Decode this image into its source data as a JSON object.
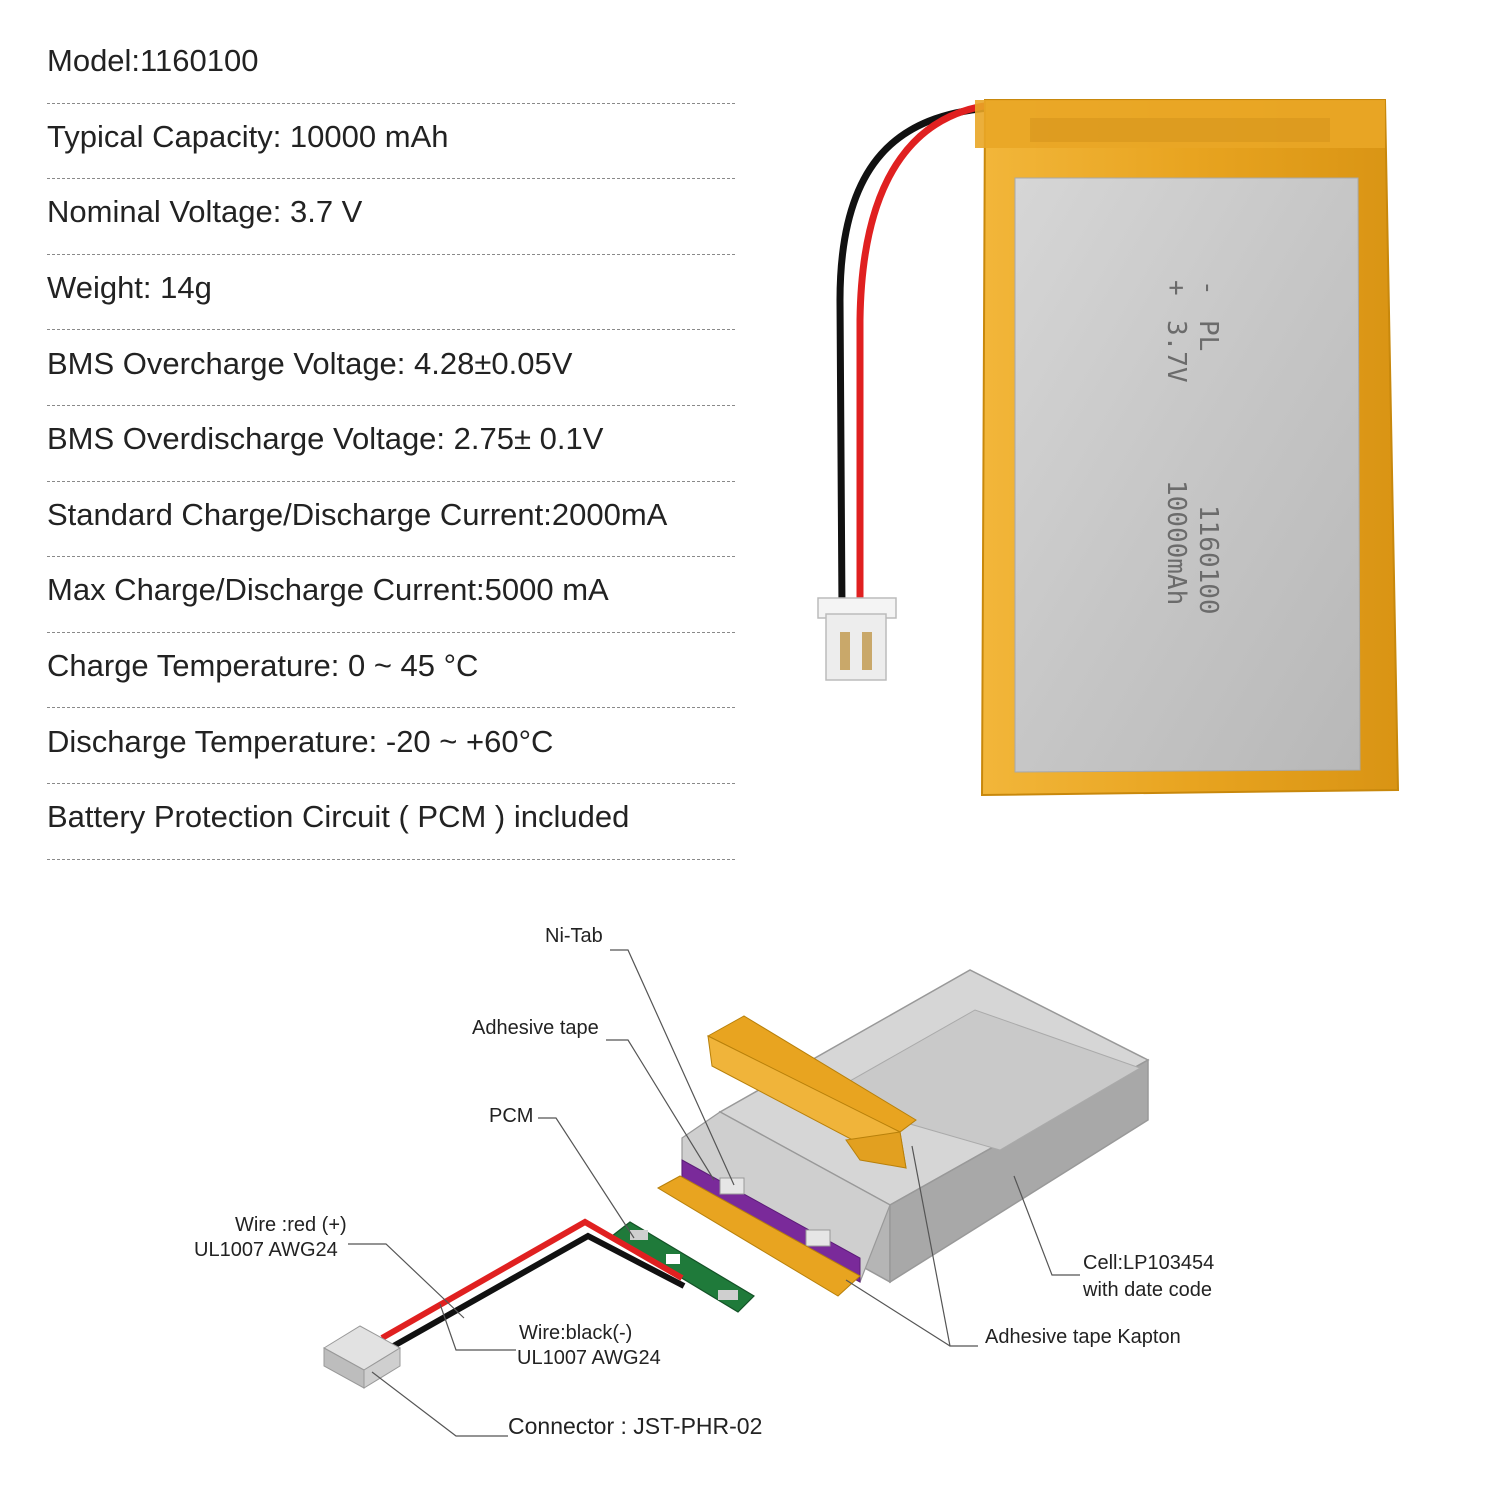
{
  "specs": [
    "Model:1160100",
    "Typical Capacity: 10000 mAh",
    "Nominal Voltage: 3.7 V",
    "Weight: 14g",
    "BMS Overcharge Voltage: 4.28±0.05V",
    "BMS Overdischarge Voltage: 2.75± 0.1V",
    "Standard Charge/Discharge Current:2000mA",
    "Max Charge/Discharge Current:5000 mA",
    "Charge Temperature: 0 ~ 45 °C",
    "Discharge Temperature: -20 ~ +60°C",
    "Battery Protection Circuit ( PCM ) included"
  ],
  "battery_print": {
    "brand": "PL",
    "model": "1160100",
    "voltage": "3.7V",
    "capacity": "10000mAh",
    "polarity_minus": "-",
    "polarity_plus": "+"
  },
  "diagram": {
    "ni_tab": "Ni-Tab",
    "adhesive_tape": "Adhesive tape",
    "pcm": "PCM",
    "wire_red_1": "Wire :red (+)",
    "wire_red_2": "UL1007 AWG24",
    "wire_black_1": "Wire:black(-)",
    "wire_black_2": "UL1007 AWG24",
    "connector": "Connector : JST-PHR-02",
    "cell_1": "Cell:LP103454",
    "cell_2": "with date code",
    "kapton": "Adhesive tape Kapton"
  },
  "colors": {
    "kapton": "#e8a420",
    "cell": "#c2c2c2",
    "wire_red": "#e02020",
    "wire_black": "#111111",
    "pcm_board": "#1f7a3a",
    "pcm_purple": "#7a2a9a"
  }
}
